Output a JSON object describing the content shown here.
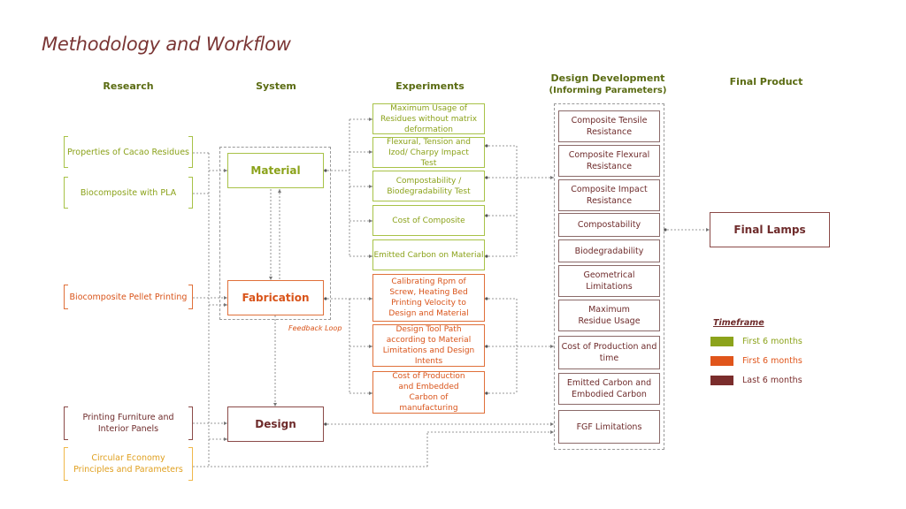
{
  "title": "Methodology and Workflow",
  "columns": {
    "research": "Research",
    "system": "System",
    "experiments": "Experiments",
    "design_dev_line1": "Design Development",
    "design_dev_line2": "(Informing Parameters)",
    "final_product": "Final Product"
  },
  "research": [
    "Properties of Cacao Residues",
    "Biocomposite with PLA",
    "Biocomposite Pellet Printing",
    "Printing Furniture and Interior Panels",
    "Circular Economy Principles and Parameters"
  ],
  "system": {
    "material": "Material",
    "fabrication": "Fabrication",
    "design": "Design",
    "feedback_loop": "Feedback Loop"
  },
  "experiments": [
    "Maximum Usage of Residues without matrix deformation",
    "Flexural, Tension and Izod/ Charpy Impact Test",
    "Compostability / Biodegradability Test",
    "Cost of Composite",
    "Emitted Carbon on Material",
    "Calibrating Rpm of Screw, Heating Bed Printing Velocity to Design and Material",
    "Design Tool Path according to Material Limitations and Design Intents",
    "Cost of Production and Embedded Carbon of manufacturing"
  ],
  "design_development": [
    "Composite Tensile Resistance",
    "Composite Flexural Resistance",
    "Composite Impact Resistance",
    "Compostability",
    "Biodegradability",
    "Geometrical Limitations",
    "Maximum Residue Usage",
    "Cost of Production and time",
    "Emitted Carbon and Embodied Carbon",
    "FGF Limitations"
  ],
  "final": "Final Lamps",
  "legend": {
    "title": "Timeframe",
    "items": [
      {
        "label": "First 6 months",
        "color": "#8ca31b"
      },
      {
        "label": "First 6 months",
        "color": "#e0551b"
      },
      {
        "label": "Last 6 months",
        "color": "#7a2d2c"
      }
    ]
  }
}
